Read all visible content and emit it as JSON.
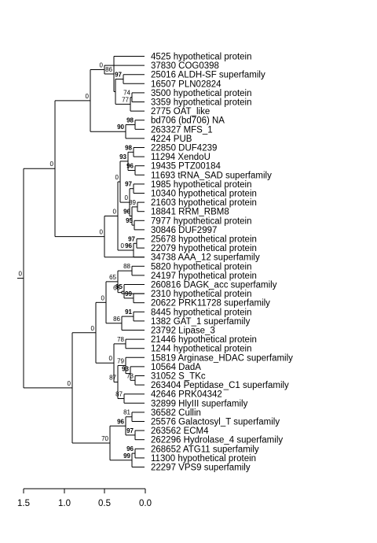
{
  "leaves": [
    "4525 hypothetical protein",
    "37830 COG0398",
    "25016 ALDH-SF superfamily",
    "16507 PLN02824",
    "3500 hypothetical protein",
    "3359 hypothetical protein",
    "2775 OAT_like",
    "bd706 (bd706) NA",
    "263327 MFS_1",
    "4224 PUB",
    "22850 DUF4239",
    "11294 XendoU",
    "19435 PTZ00184",
    "11693 tRNA_SAD superfamily",
    "1985 hypothetical protein",
    "10340 hypothetical protein",
    "21603 hypothetical protein",
    "18841 RRM_RBM8",
    "7977 hypothetical protein",
    "30846 DUF2997",
    "25678 hypothetical protein",
    "22079 hypothetical protein",
    "34738 AAA_12 superfamily",
    "5820 hypothetical protein",
    "24197 hypothetical protein",
    "260816 DAGK_acc superfamily",
    "2310 hypothetical protein",
    "20622 PRK11728 superfamily",
    "8445 hypothetical protein",
    "1382 GAT_1 superfamily",
    "23792 Lipase_3",
    "21446 hypothetical protein",
    "1244 hypothetical protein",
    "15819 Arginase_HDAC superfamily",
    "10564 DadA",
    "31052 S_TKc",
    "263404 Peptidase_C1 superfamily",
    "42646 PRK04342",
    "32899 HlyIII superfamily",
    "36582 Cullin",
    "25576 Galactosyl_T superfamily",
    "263562 ECM4",
    "262296 Hydrolase_4 superfamily",
    "268652 ATG11 superfamily",
    "11300 hypothetical protein",
    "22297 VPS9 superfamily"
  ],
  "support_values": [
    {
      "value": "86",
      "bold": false
    },
    {
      "value": "97",
      "bold": true
    },
    {
      "value": "0",
      "bold": false
    },
    {
      "value": "74",
      "bold": false
    },
    {
      "value": "77",
      "bold": false
    },
    {
      "value": "98",
      "bold": true
    },
    {
      "value": "90",
      "bold": true
    },
    {
      "value": "0",
      "bold": false
    },
    {
      "value": "98",
      "bold": true
    },
    {
      "value": "96",
      "bold": true
    },
    {
      "value": "93",
      "bold": true
    },
    {
      "value": "97",
      "bold": true
    },
    {
      "value": "89",
      "bold": false
    },
    {
      "value": "96",
      "bold": true
    },
    {
      "value": "95",
      "bold": true
    },
    {
      "value": "0",
      "bold": false
    },
    {
      "value": "97",
      "bold": true
    },
    {
      "value": "96",
      "bold": true
    },
    {
      "value": "0",
      "bold": false
    },
    {
      "value": "0",
      "bold": false
    },
    {
      "value": "88",
      "bold": false
    },
    {
      "value": "65",
      "bold": false
    },
    {
      "value": "95",
      "bold": true
    },
    {
      "value": "99",
      "bold": true
    },
    {
      "value": "0",
      "bold": false
    },
    {
      "value": "91",
      "bold": true
    },
    {
      "value": "86",
      "bold": false
    },
    {
      "value": "0",
      "bold": false
    },
    {
      "value": "78",
      "bold": false
    },
    {
      "value": "79",
      "bold": false
    },
    {
      "value": "93",
      "bold": true
    },
    {
      "value": "73",
      "bold": false
    },
    {
      "value": "87",
      "bold": false
    },
    {
      "value": "87",
      "bold": false
    },
    {
      "value": "0",
      "bold": false
    },
    {
      "value": "0",
      "bold": false
    },
    {
      "value": "81",
      "bold": false
    },
    {
      "value": "96",
      "bold": true
    },
    {
      "value": "97",
      "bold": true
    },
    {
      "value": "96",
      "bold": true
    },
    {
      "value": "99",
      "bold": true
    },
    {
      "value": "70",
      "bold": false
    },
    {
      "value": "0",
      "bold": false
    },
    {
      "value": "0",
      "bold": false
    }
  ],
  "scale_axis": {
    "ticks": [
      "1.5",
      "1.0",
      "0.5",
      "0.0"
    ]
  },
  "colors": {
    "line": "#000000",
    "text": "#000000",
    "background": "#ffffff"
  }
}
